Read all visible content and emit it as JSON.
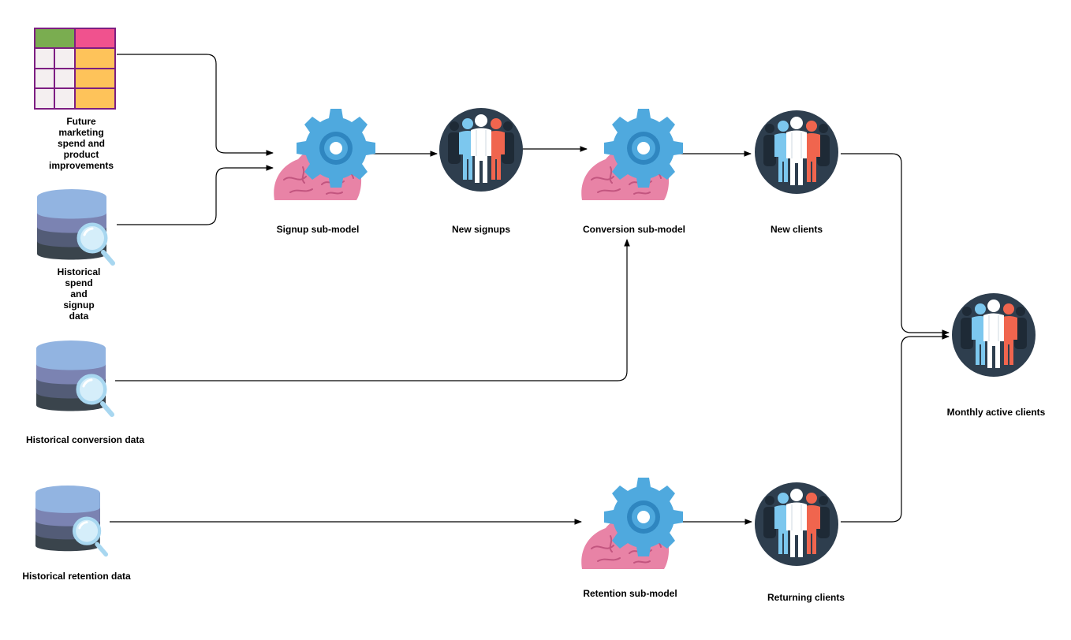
{
  "nodes": {
    "future_input": {
      "label": "Future\nmarketing\nspend and\nproduct\nimprovements"
    },
    "hist_spend": {
      "label": "Historical\nspend\nand\nsignup\ndata"
    },
    "hist_conversion": {
      "label": "Historical conversion data"
    },
    "hist_retention": {
      "label": "Historical retention data"
    },
    "signup_model": {
      "label": "Signup sub-model"
    },
    "new_signups": {
      "label": "New signups"
    },
    "conversion_model": {
      "label": "Conversion sub-model"
    },
    "new_clients": {
      "label": "New clients"
    },
    "retention_model": {
      "label": "Retention sub-model"
    },
    "returning_clients": {
      "label": "Returning clients"
    },
    "monthly_active": {
      "label": "Monthly active clients"
    }
  },
  "colors": {
    "brain": "#e883a6",
    "brain_line": "#c2557f",
    "gear": "#4fa9de",
    "gear_dark": "#2f86c0",
    "people_bg": "#2e3e4e",
    "person_blue": "#7cc7ee",
    "person_white": "#ffffff",
    "person_red": "#f0654e",
    "person_shadow": "#1e2a36",
    "db_top": "#92b4e1",
    "db_mid": "#7b83b2",
    "db_low": "#535c77",
    "db_bottom": "#3a444c",
    "magnifier_glass": "#d5eefa",
    "magnifier_rim": "#a8d7f0",
    "table_border": "#7d1e82",
    "table_green": "#7aad50",
    "table_pink": "#f0528e",
    "table_yellow": "#fec35a",
    "table_cell": "#f4eff0"
  }
}
